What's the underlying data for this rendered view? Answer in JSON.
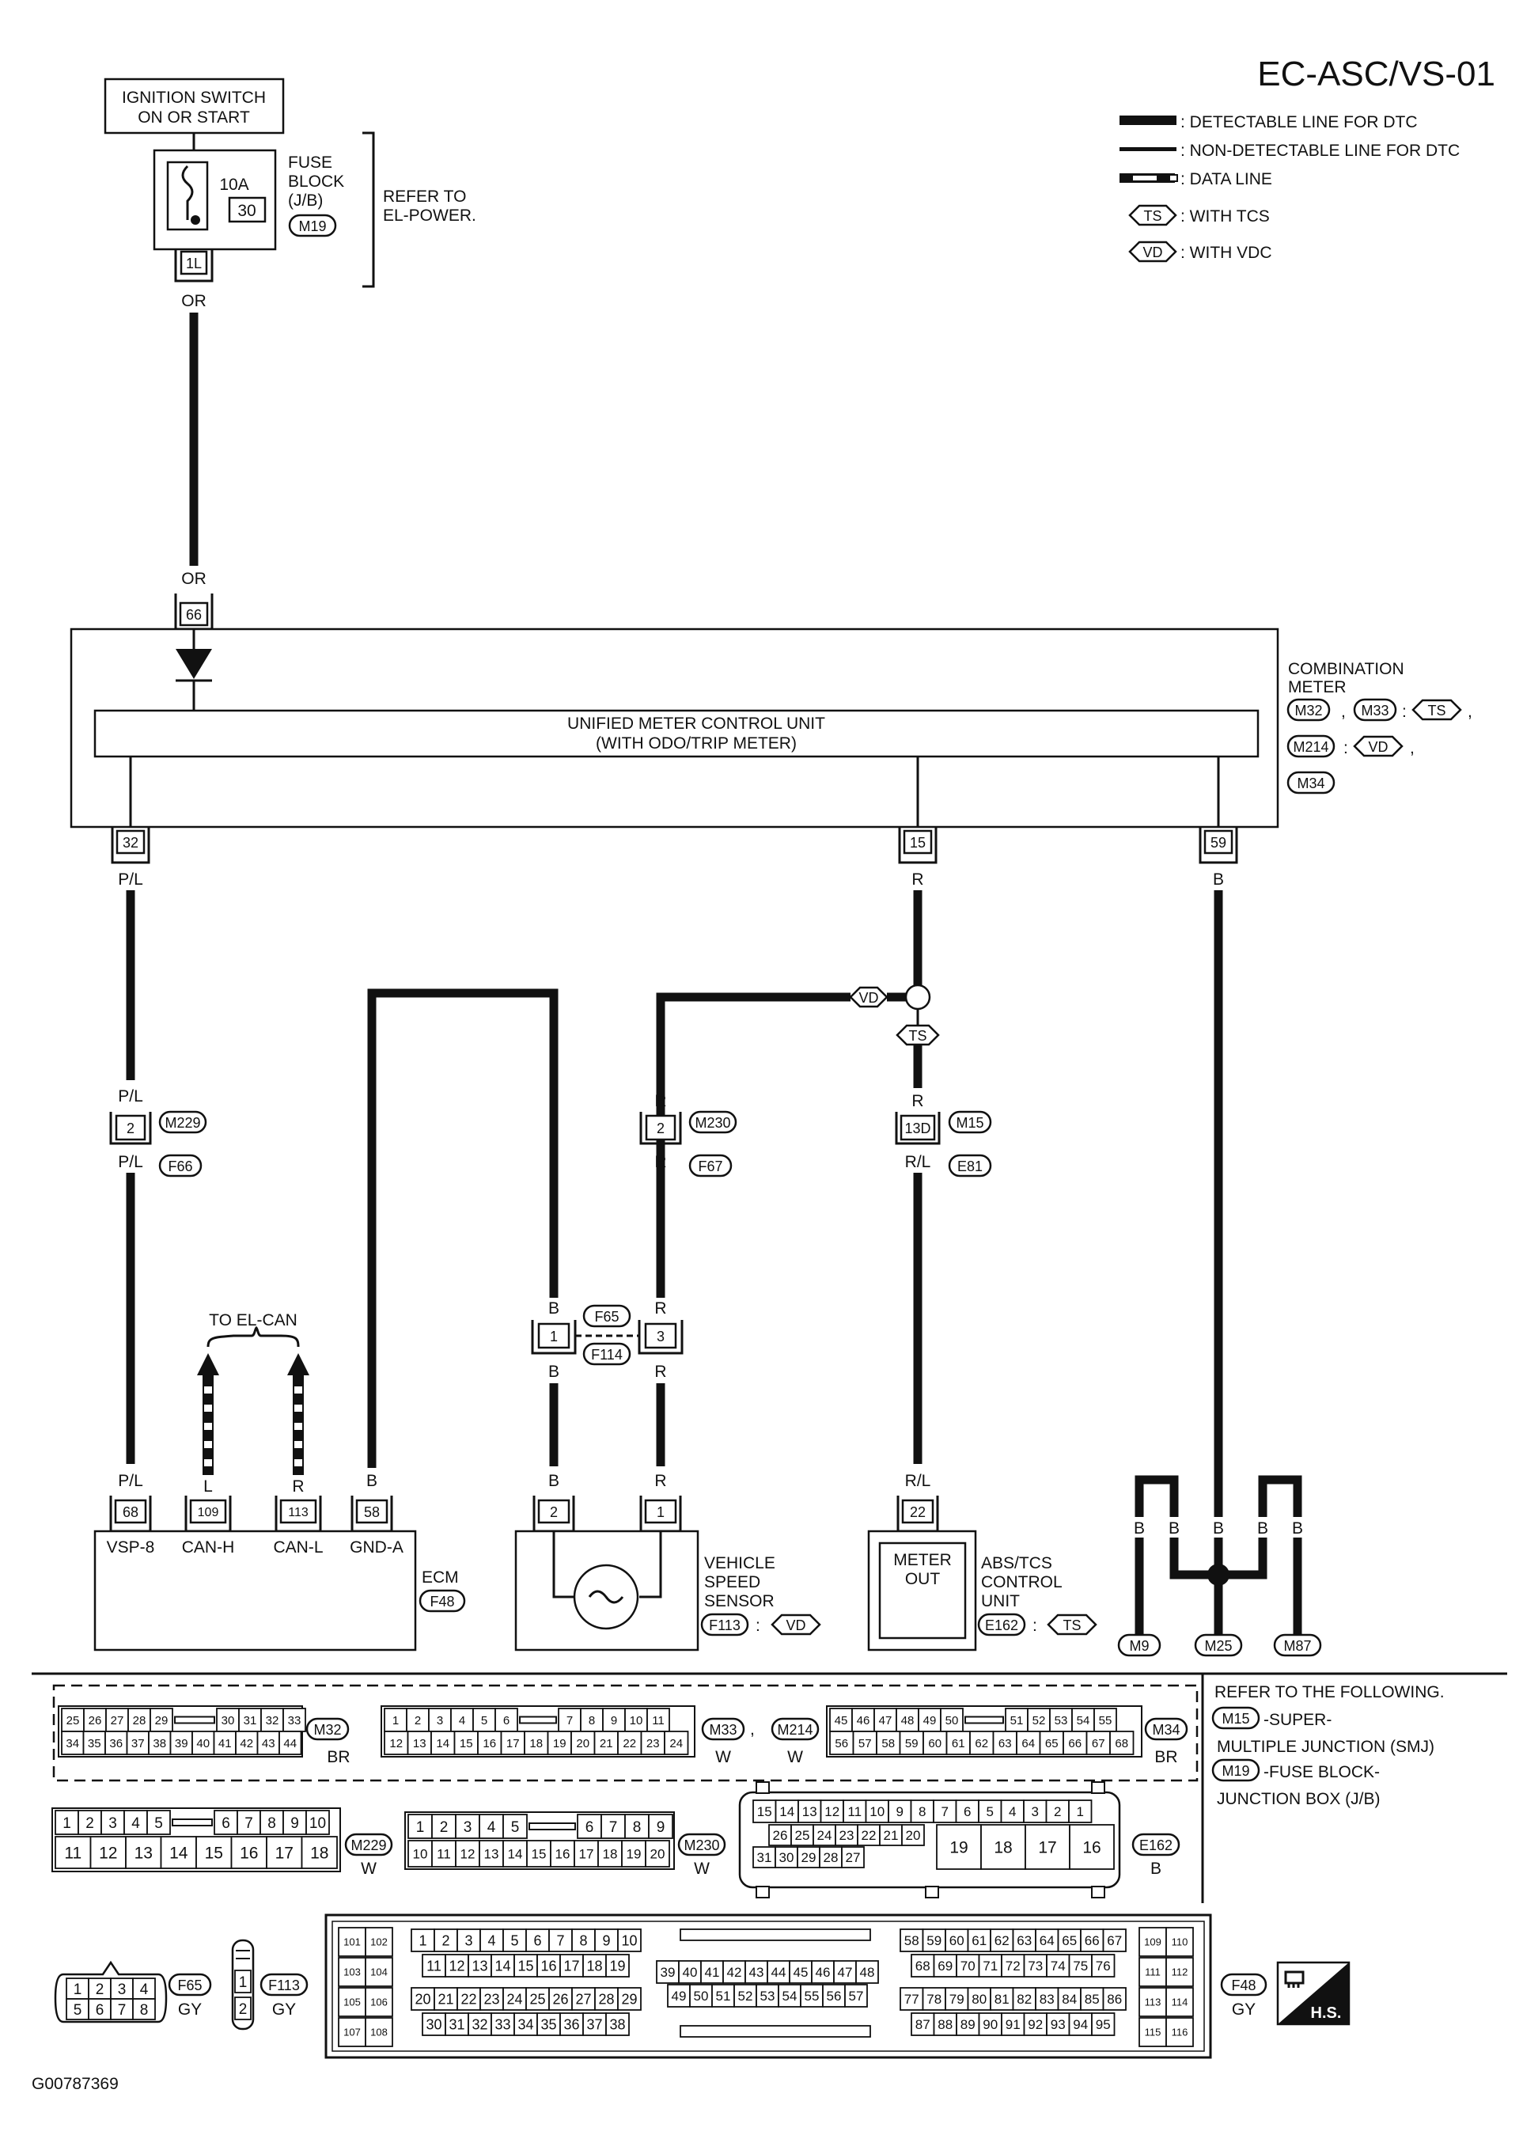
{
  "header": {
    "title": "EC-ASC/VS-01",
    "legend": {
      "detectable": ": DETECTABLE LINE FOR DTC",
      "non_detectable": ": NON-DETECTABLE LINE FOR DTC",
      "data_line": ": DATA LINE",
      "ts": "TS",
      "ts_text": ": WITH TCS",
      "vd": "VD",
      "vd_text": ": WITH VDC"
    }
  },
  "power": {
    "ignition_line1": "IGNITION SWITCH",
    "ignition_line2": "ON OR START",
    "fuse_amp": "10A",
    "fuse_no": "30",
    "fuse_l1": "FUSE",
    "fuse_l2": "BLOCK",
    "fuse_l3": "(J/B)",
    "fuse_conn": "M19",
    "fuse_pin": "1L",
    "refer1": "REFER TO",
    "refer2": "EL-POWER.",
    "wire_or": "OR"
  },
  "meter": {
    "pin66": "66",
    "unit_l1": "UNIFIED METER CONTROL UNIT",
    "unit_l2": "(WITH ODO/TRIP METER)",
    "name_l1": "COMBINATION",
    "name_l2": "METER",
    "conn_m32": "M32",
    "conn_m33": "M33",
    "conn_m214": "M214",
    "conn_m34": "M34",
    "comma": ",",
    "colon": ":",
    "pin32": "32",
    "pin15": "15",
    "pin59": "59"
  },
  "wires": {
    "pl": "P/L",
    "r": "R",
    "b": "B",
    "l": "L",
    "rl": "R/L",
    "vd": "VD",
    "ts": "TS",
    "m229": "M229",
    "f66": "F66",
    "m230": "M230",
    "f67": "F67",
    "m15": "M15",
    "e81": "E81",
    "f65": "F65",
    "f114": "F114",
    "pin2": "2",
    "pin1": "1",
    "pin3": "3",
    "pin13d": "13D",
    "to_el_can": "TO EL-CAN"
  },
  "ecm": {
    "pin68": "68",
    "pin109": "109",
    "pin113": "113",
    "pin58": "58",
    "vsp8": "VSP-8",
    "canh": "CAN-H",
    "canl": "CAN-L",
    "gnda": "GND-A",
    "name": "ECM",
    "conn": "F48"
  },
  "vss": {
    "pin2": "2",
    "pin1": "1",
    "l1": "VEHICLE",
    "l2": "SPEED",
    "l3": "SENSOR",
    "conn": "F113",
    "colon": ":",
    "vd": "VD"
  },
  "abs": {
    "pin22": "22",
    "meter": "METER",
    "out": "OUT",
    "l1": "ABS/TCS",
    "l2": "CONTROL",
    "l3": "UNIT",
    "conn": "E162",
    "colon": ":",
    "ts": "TS"
  },
  "grounds": {
    "b": "B",
    "m9": "M9",
    "m25": "M25",
    "m87": "M87"
  },
  "refer": {
    "title": "REFER TO THE FOLLOWING.",
    "m15": "M15",
    "m15_text1": "-SUPER-",
    "m15_text2": "MULTIPLE JUNCTION (SMJ)",
    "m19": "M19",
    "m19_text1": "-FUSE BLOCK-",
    "m19_text2": "JUNCTION BOX (J/B)"
  },
  "connectors": {
    "m32_top": [
      "25",
      "26",
      "27",
      "28",
      "29",
      "",
      "30",
      "31",
      "32",
      "33"
    ],
    "m32_bot": [
      "34",
      "35",
      "36",
      "37",
      "38",
      "39",
      "40",
      "41",
      "42",
      "43",
      "44"
    ],
    "m32": "M32",
    "m32_color": "BR",
    "m33_top": [
      "1",
      "2",
      "3",
      "4",
      "5",
      "6",
      "",
      "7",
      "8",
      "9",
      "10",
      "11"
    ],
    "m33_bot": [
      "12",
      "13",
      "14",
      "15",
      "16",
      "17",
      "18",
      "19",
      "20",
      "21",
      "22",
      "23",
      "24"
    ],
    "m33": "M33",
    "m214": "M214",
    "w": "W",
    "comma": ",",
    "m34_top": [
      "45",
      "46",
      "47",
      "48",
      "49",
      "50",
      "",
      "51",
      "52",
      "53",
      "54",
      "55"
    ],
    "m34_bot": [
      "56",
      "57",
      "58",
      "59",
      "60",
      "61",
      "62",
      "63",
      "64",
      "65",
      "66",
      "67",
      "68"
    ],
    "m34": "M34",
    "m34_color": "BR",
    "m229_top": [
      "1",
      "2",
      "3",
      "4",
      "5",
      "",
      "6",
      "7",
      "8",
      "9",
      "10"
    ],
    "m229_bot": [
      "11",
      "12",
      "13",
      "14",
      "15",
      "16",
      "17",
      "18"
    ],
    "m229": "M229",
    "m230_top": [
      "1",
      "2",
      "3",
      "4",
      "5",
      "",
      "6",
      "7",
      "8",
      "9"
    ],
    "m230_bot": [
      "10",
      "11",
      "12",
      "13",
      "14",
      "15",
      "16",
      "17",
      "18",
      "19",
      "20"
    ],
    "m230": "M230",
    "e162_top": [
      "15",
      "14",
      "13",
      "12",
      "11",
      "10",
      "9",
      "8",
      "7",
      "6",
      "5",
      "4",
      "3",
      "2",
      "1"
    ],
    "e162_mid": [
      "26",
      "25",
      "24",
      "23",
      "22",
      "21",
      "20"
    ],
    "e162_low": [
      "31",
      "30",
      "29",
      "28",
      "27"
    ],
    "e162_big": [
      "19",
      "18",
      "17",
      "16"
    ],
    "e162": "E162",
    "b": "B",
    "f65_top": [
      "1",
      "2",
      "3",
      "4"
    ],
    "f65_bot": [
      "5",
      "6",
      "7",
      "8"
    ],
    "f65": "F65",
    "gy": "GY",
    "f113_pins": [
      "1",
      "2"
    ],
    "f113": "F113",
    "f48_left": [
      "101",
      "102",
      "103",
      "104",
      "105",
      "106",
      "107",
      "108"
    ],
    "f48_r1": [
      "1",
      "2",
      "3",
      "4",
      "5",
      "6",
      "7",
      "8",
      "9",
      "10"
    ],
    "f48_r2": [
      "11",
      "12",
      "13",
      "14",
      "15",
      "16",
      "17",
      "18",
      "19"
    ],
    "f48_r3": [
      "20",
      "21",
      "22",
      "23",
      "24",
      "25",
      "26",
      "27",
      "28",
      "29"
    ],
    "f48_r4": [
      "30",
      "31",
      "32",
      "33",
      "34",
      "35",
      "36",
      "37",
      "38"
    ],
    "f48_m1": [
      "39",
      "40",
      "41",
      "42",
      "43",
      "44",
      "45",
      "46",
      "47",
      "48"
    ],
    "f48_m2": [
      "49",
      "50",
      "51",
      "52",
      "53",
      "54",
      "55",
      "56",
      "57"
    ],
    "f48_q1": [
      "58",
      "59",
      "60",
      "61",
      "62",
      "63",
      "64",
      "65",
      "66",
      "67"
    ],
    "f48_q2": [
      "68",
      "69",
      "70",
      "71",
      "72",
      "73",
      "74",
      "75",
      "76"
    ],
    "f48_q3": [
      "77",
      "78",
      "79",
      "80",
      "81",
      "82",
      "83",
      "84",
      "85",
      "86"
    ],
    "f48_q4": [
      "87",
      "88",
      "89",
      "90",
      "91",
      "92",
      "93",
      "94",
      "95"
    ],
    "f48_right": [
      "109",
      "110",
      "111",
      "112",
      "113",
      "114",
      "115",
      "116"
    ],
    "f48": "F48",
    "hs": "H.S."
  },
  "footer": {
    "code": "G00787369"
  }
}
